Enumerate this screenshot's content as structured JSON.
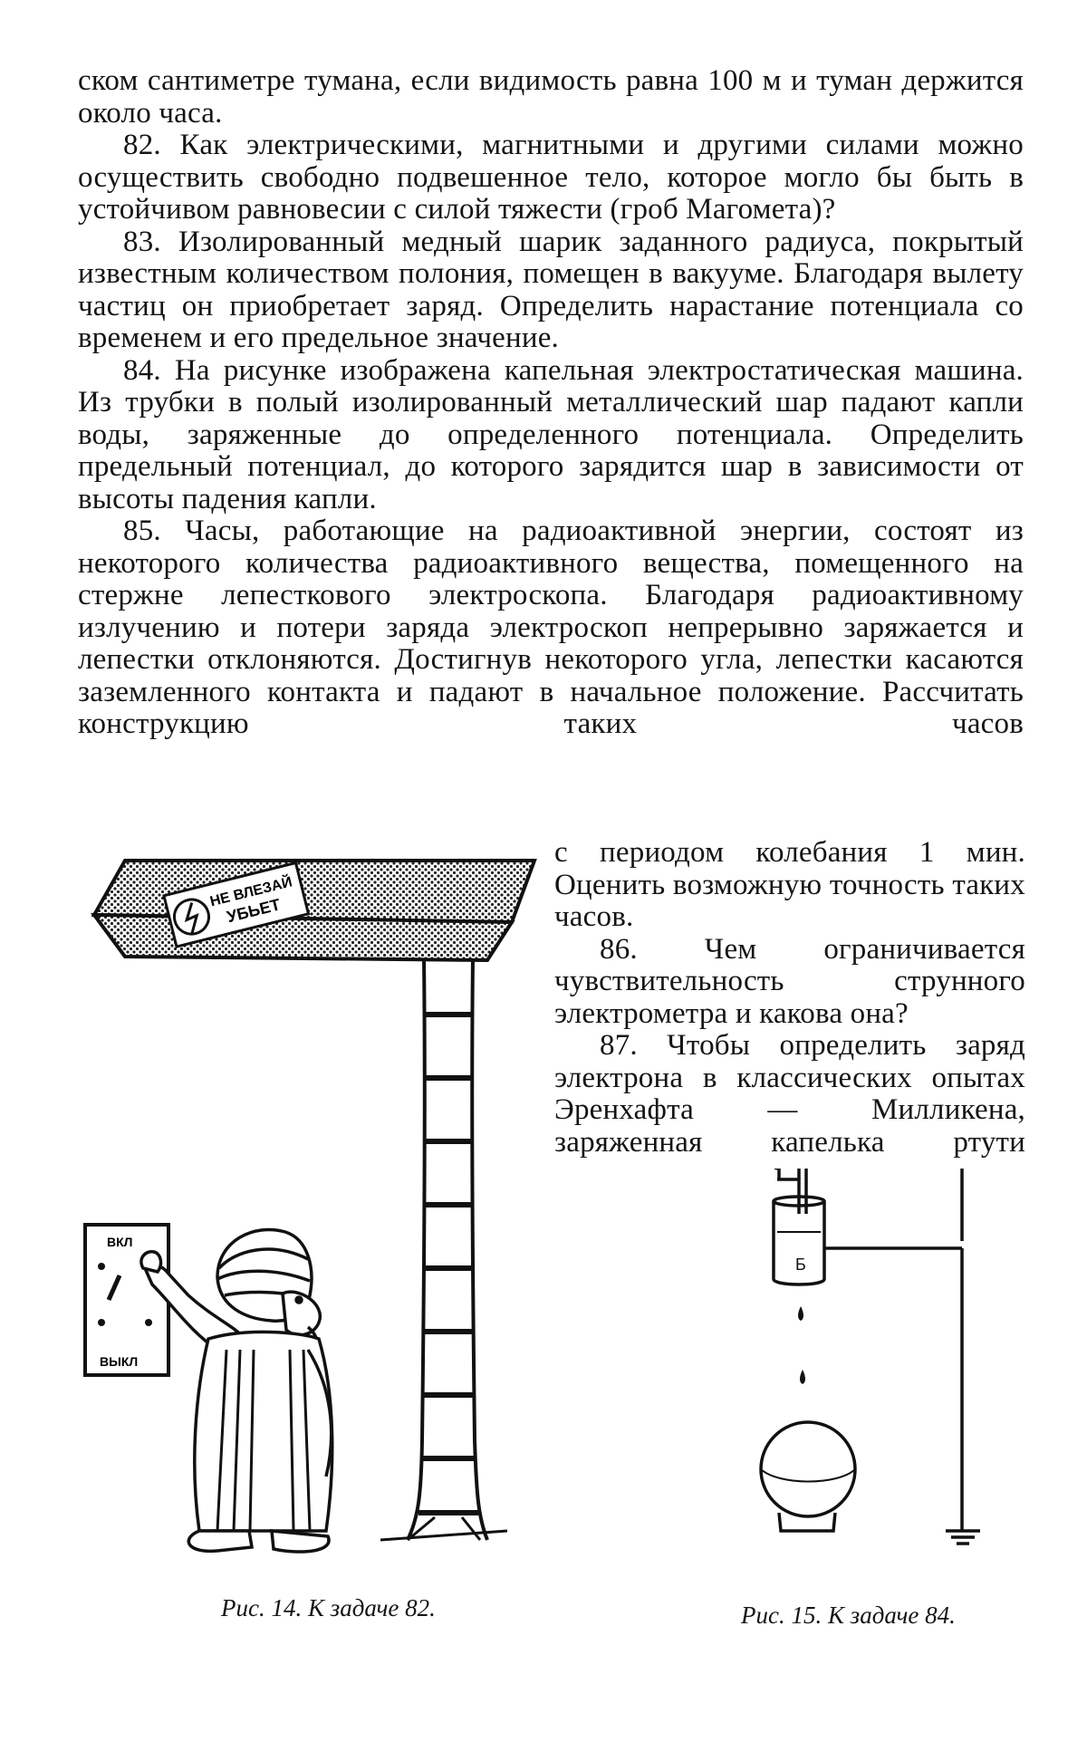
{
  "paragraphs_top": [
    "ском сантиметре тумана, если видимость равна 100 м и туман держится около часа.",
    "82. Как электрическими, магнитными и другими силами можно осуществить свободно подвешенное тело, которое могло бы быть в устойчивом равновесии с силой тяжести (гроб Магомета)?",
    "83. Изолированный медный шарик заданного радиуса, покрытый известным количеством полония, помещен в вакууме. Благодаря вылету частиц он приобретает заряд. Определить нарастание потенциала со временем и его предельное значение.",
    "84. На рисунке изображена капельная электростатическая машина. Из трубки в полый изолированный металлический шар падают капли воды, заряженные до определенного потенциала. Определить предельный потенциал, до которого зарядится шар в зависимости от высоты падения капли.",
    "85. Часы, работающие на радиоактивной энергии, состоят из некоторого количества радиоактивного вещества, помещенного на стержне лепесткового электроскопа. Благодаря радиоактивному излучению и потери заряда электроскоп непрерывно заряжается и лепестки отклоняются. Достигнув некоторого угла, лепестки касаются заземленного контакта и падают в начальное положение. Рассчитать конструкцию таких часов"
  ],
  "paragraphs_right": [
    "с периодом колебания 1 мин. Оценить возможную точность таких часов.",
    "86. Чем ограничивается чувствительность струнного электрометра и какова она?",
    "87. Чтобы определить заряд электрона в классических опытах Эренхафта — Милликена, заряженная капелька ртути"
  ],
  "figure14": {
    "sign_text_line1": "НЕ ВЛЕЗАЙ",
    "sign_text_line2": "УБЬЕТ",
    "switch_on": "ВКЛ",
    "switch_off": "ВЫКЛ",
    "caption": "Рис. 14. К задаче 82."
  },
  "figure15": {
    "vessel_label": "Б",
    "caption": "Рис. 15. К задаче 84."
  }
}
